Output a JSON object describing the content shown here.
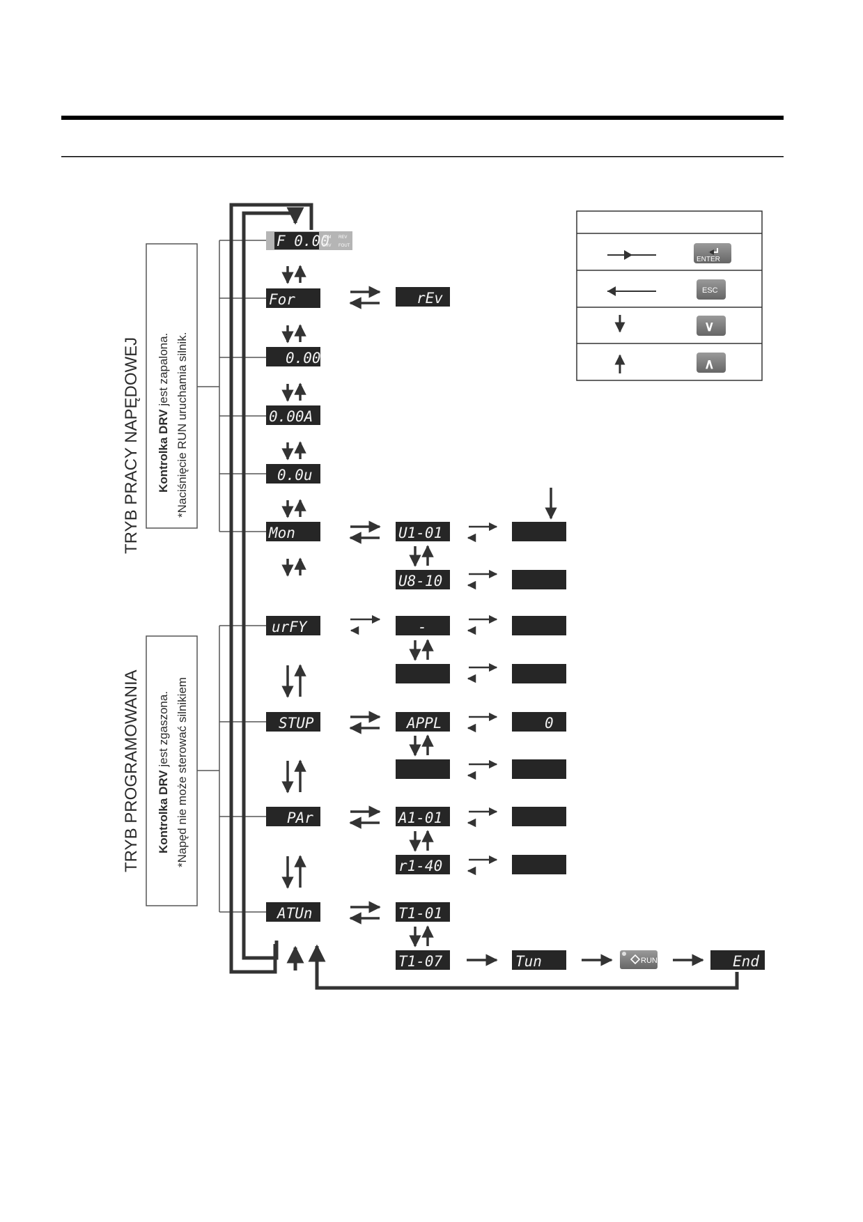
{
  "modes": {
    "drive": {
      "title": "TRYB PRACY NAPĘDOWEJ",
      "note_bold": "Kontrolka DRV",
      "note_rest": " jest zapalona.",
      "note_line2": "*Naciśnięcie RUN uruchamia silnik."
    },
    "programming": {
      "title": "TRYB PROGRAMOWANIA",
      "note_bold": "Kontrolka DRV",
      "note_rest": " jest zgaszona.",
      "note_line2": "*Napęd nie może sterować silnikiem"
    }
  },
  "displays": {
    "freq": "F  0.00",
    "indicators": [
      "ALM",
      "REV",
      "DRV",
      "FOUT"
    ],
    "fwd": "For",
    "rev": "rEv",
    "out_freq": "0.00",
    "out_current": "0.00A",
    "out_voltage": "0.0u",
    "mon": "Mon",
    "u1_01": "U1-01",
    "u8_10": "U8-10",
    "vrfy": "urFY",
    "vrfy_dash": "-",
    "stup": "STUP",
    "appl": "APPL",
    "appl_value": "0",
    "par": "PAr",
    "a1_01": "A1-01",
    "r1_40": "r1-40",
    "atun": "ATUn",
    "t1_01": "T1-01",
    "t1_07": "T1-07",
    "tun": "Tun",
    "end": "End"
  },
  "legend": {
    "keys": [
      "ENTER",
      "ESC",
      "∨",
      "∧"
    ],
    "key_icons": [
      "enter-key-icon",
      "esc-key-icon",
      "down-key-icon",
      "up-key-icon"
    ],
    "arrow_icons": [
      "arrow-right-icon",
      "arrow-left-icon",
      "arrow-down-icon",
      "arrow-up-icon"
    ]
  },
  "run_button": {
    "label": "RUN",
    "icon": "run-key-icon"
  },
  "colors": {
    "line": "#333333",
    "display_bg": "#262626",
    "display_text": "#f2f2f2",
    "key_bg": "#7a7a7a",
    "header_bar": "#000000"
  }
}
